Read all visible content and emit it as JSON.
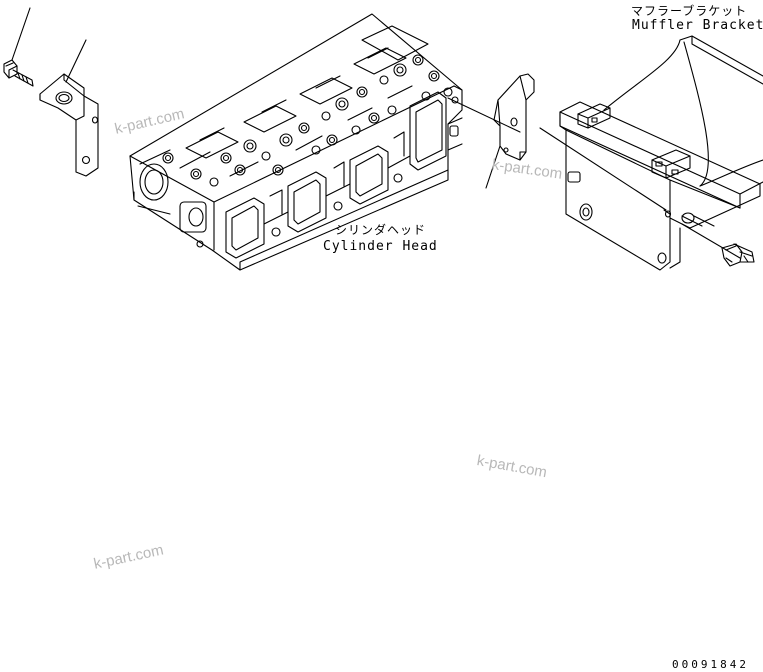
{
  "labels": {
    "muffler_bracket_jp": "マフラーブラケット",
    "muffler_bracket_en": "Muffler Bracket",
    "cylinder_head_jp": "シリンダヘッド",
    "cylinder_head_en": "Cylinder Head"
  },
  "watermarks": [
    "k-part.com",
    "k-part.com",
    "k-part.com",
    "k-part.com"
  ],
  "drawing_number": "00091842"
}
